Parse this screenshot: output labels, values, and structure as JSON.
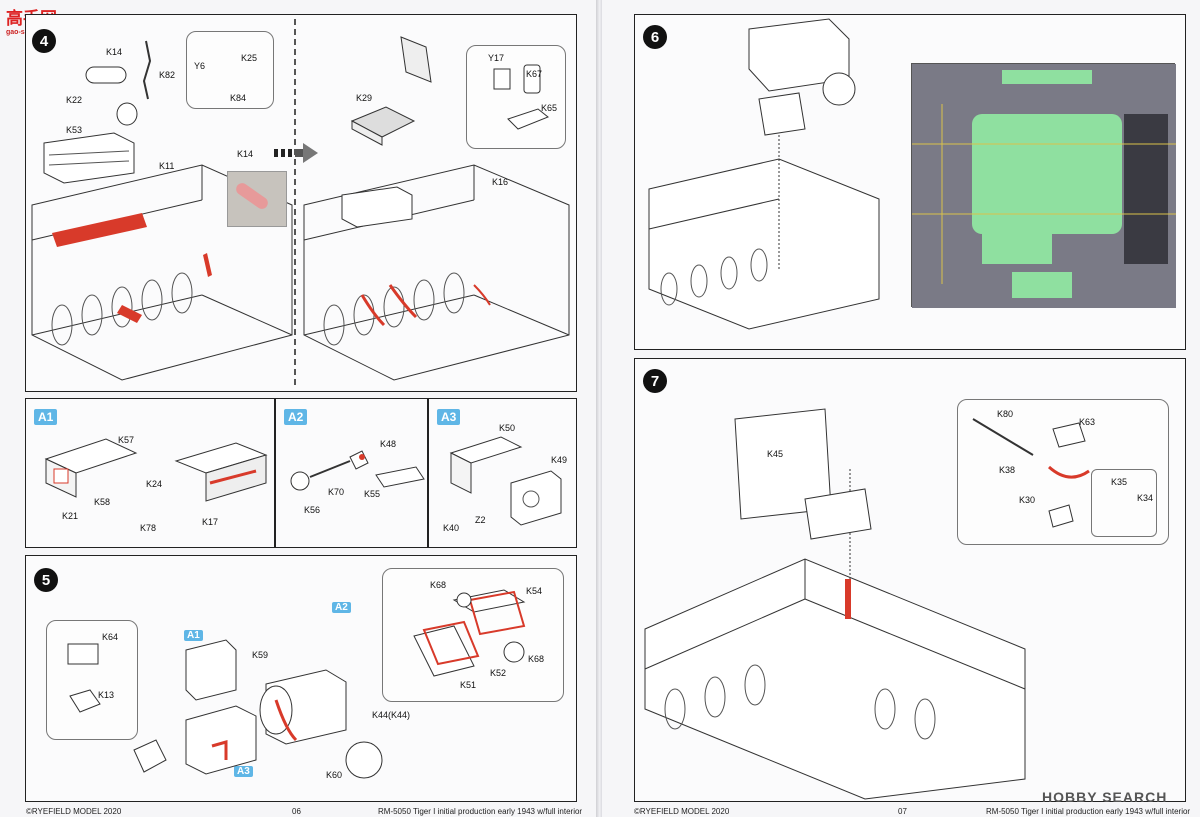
{
  "watermark_top": {
    "title": "高手网",
    "url": "gao-shou.com"
  },
  "watermark_bottom": "HOBBY SEARCH",
  "footer_left": {
    "copyright": "©RYEFIELD MODEL 2020",
    "page": "06",
    "product": "RM-5050 Tiger I initial production early 1943 w/full interior"
  },
  "footer_right": {
    "copyright": "©RYEFIELD MODEL 2020",
    "page": "07",
    "product": "RM-5050 Tiger I initial production early 1943 w/full interior"
  },
  "step4": {
    "number": "4",
    "labels": {
      "k14a": "K14",
      "k82": "K82",
      "y6": "Y6",
      "k25": "K25",
      "k84": "K84",
      "k22": "K22",
      "k53": "K53",
      "k11": "K11",
      "k14b": "K14",
      "k29": "K29",
      "y17": "Y17",
      "k67": "K67",
      "k65": "K65",
      "k16": "K16"
    }
  },
  "subA1": {
    "tag": "A1",
    "labels": {
      "k57": "K57",
      "k24": "K24",
      "k58": "K58",
      "k21": "K21",
      "k78": "K78",
      "k17": "K17"
    }
  },
  "subA2": {
    "tag": "A2",
    "labels": {
      "k48": "K48",
      "k70": "K70",
      "k55": "K55",
      "k56": "K56"
    }
  },
  "subA3": {
    "tag": "A3",
    "labels": {
      "k50": "K50",
      "k49": "K49",
      "k40": "K40",
      "z2": "Z2"
    }
  },
  "step5": {
    "number": "5",
    "tags": {
      "a1": "A1",
      "a2": "A2",
      "a3": "A3"
    },
    "labels": {
      "k64": "K64",
      "k13": "K13",
      "k59": "K59",
      "k68a": "K68",
      "k54": "K54",
      "k68b": "K68",
      "k52": "K52",
      "k51": "K51",
      "k44": "K44(K44)",
      "k60": "K60"
    }
  },
  "step6": {
    "number": "6"
  },
  "step7": {
    "number": "7",
    "labels": {
      "k45": "K45",
      "k80": "K80",
      "k63": "K63",
      "k38": "K38",
      "k30": "K30",
      "k35": "K35",
      "k34": "K34"
    }
  },
  "colors": {
    "highlight": "#d83a2a",
    "tag": "#5fb6e6",
    "print_green": "#8fe0a0"
  }
}
